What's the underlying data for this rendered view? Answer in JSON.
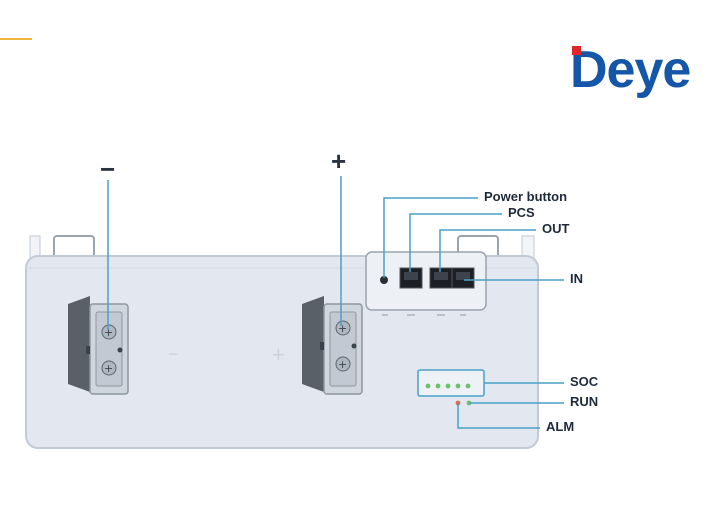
{
  "brand": {
    "logo_text": "Deye",
    "logo_color": "#1656a8",
    "logo_dot_color": "#e0252d"
  },
  "terminals": {
    "negative_symbol": "−",
    "positive_symbol": "+"
  },
  "callouts": {
    "power_button": "Power button",
    "pcs": "PCS",
    "out": "OUT",
    "in": "IN",
    "soc": "SOC",
    "run": "RUN",
    "alm": "ALM"
  },
  "colors": {
    "leader_line": "#4a9fc8",
    "battery_body": "#e3e8f0",
    "battery_edge": "#c2cad6",
    "accent": "#f0b43c",
    "soc_led": "#6cc36c",
    "alm_led": "#e06a4a"
  }
}
